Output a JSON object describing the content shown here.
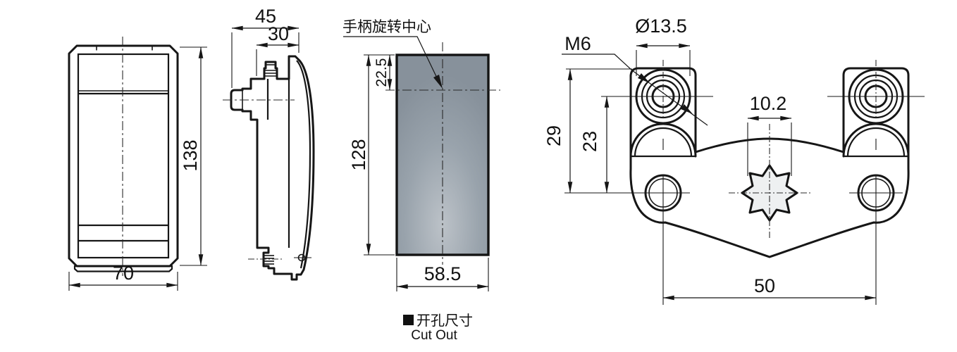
{
  "front_view": {
    "width": "70",
    "height": "138"
  },
  "side_view": {
    "depth_total": "45",
    "depth_body": "30"
  },
  "cutout_view": {
    "offset_top": "22.5",
    "height": "128",
    "width": "58.5",
    "callout": "手柄旋转中心",
    "legend_cn": "开孔尺寸",
    "legend_en": "Cut Out"
  },
  "bracket_view": {
    "thread": "M6",
    "hole_dia": "Ø13.5",
    "height_outer": "29",
    "height_inner": "23",
    "square_width": "10.2",
    "hole_span": "50"
  },
  "colors": {
    "line": "#161616",
    "metal_light": "#d3d7da",
    "metal_dark": "#8b959f"
  }
}
